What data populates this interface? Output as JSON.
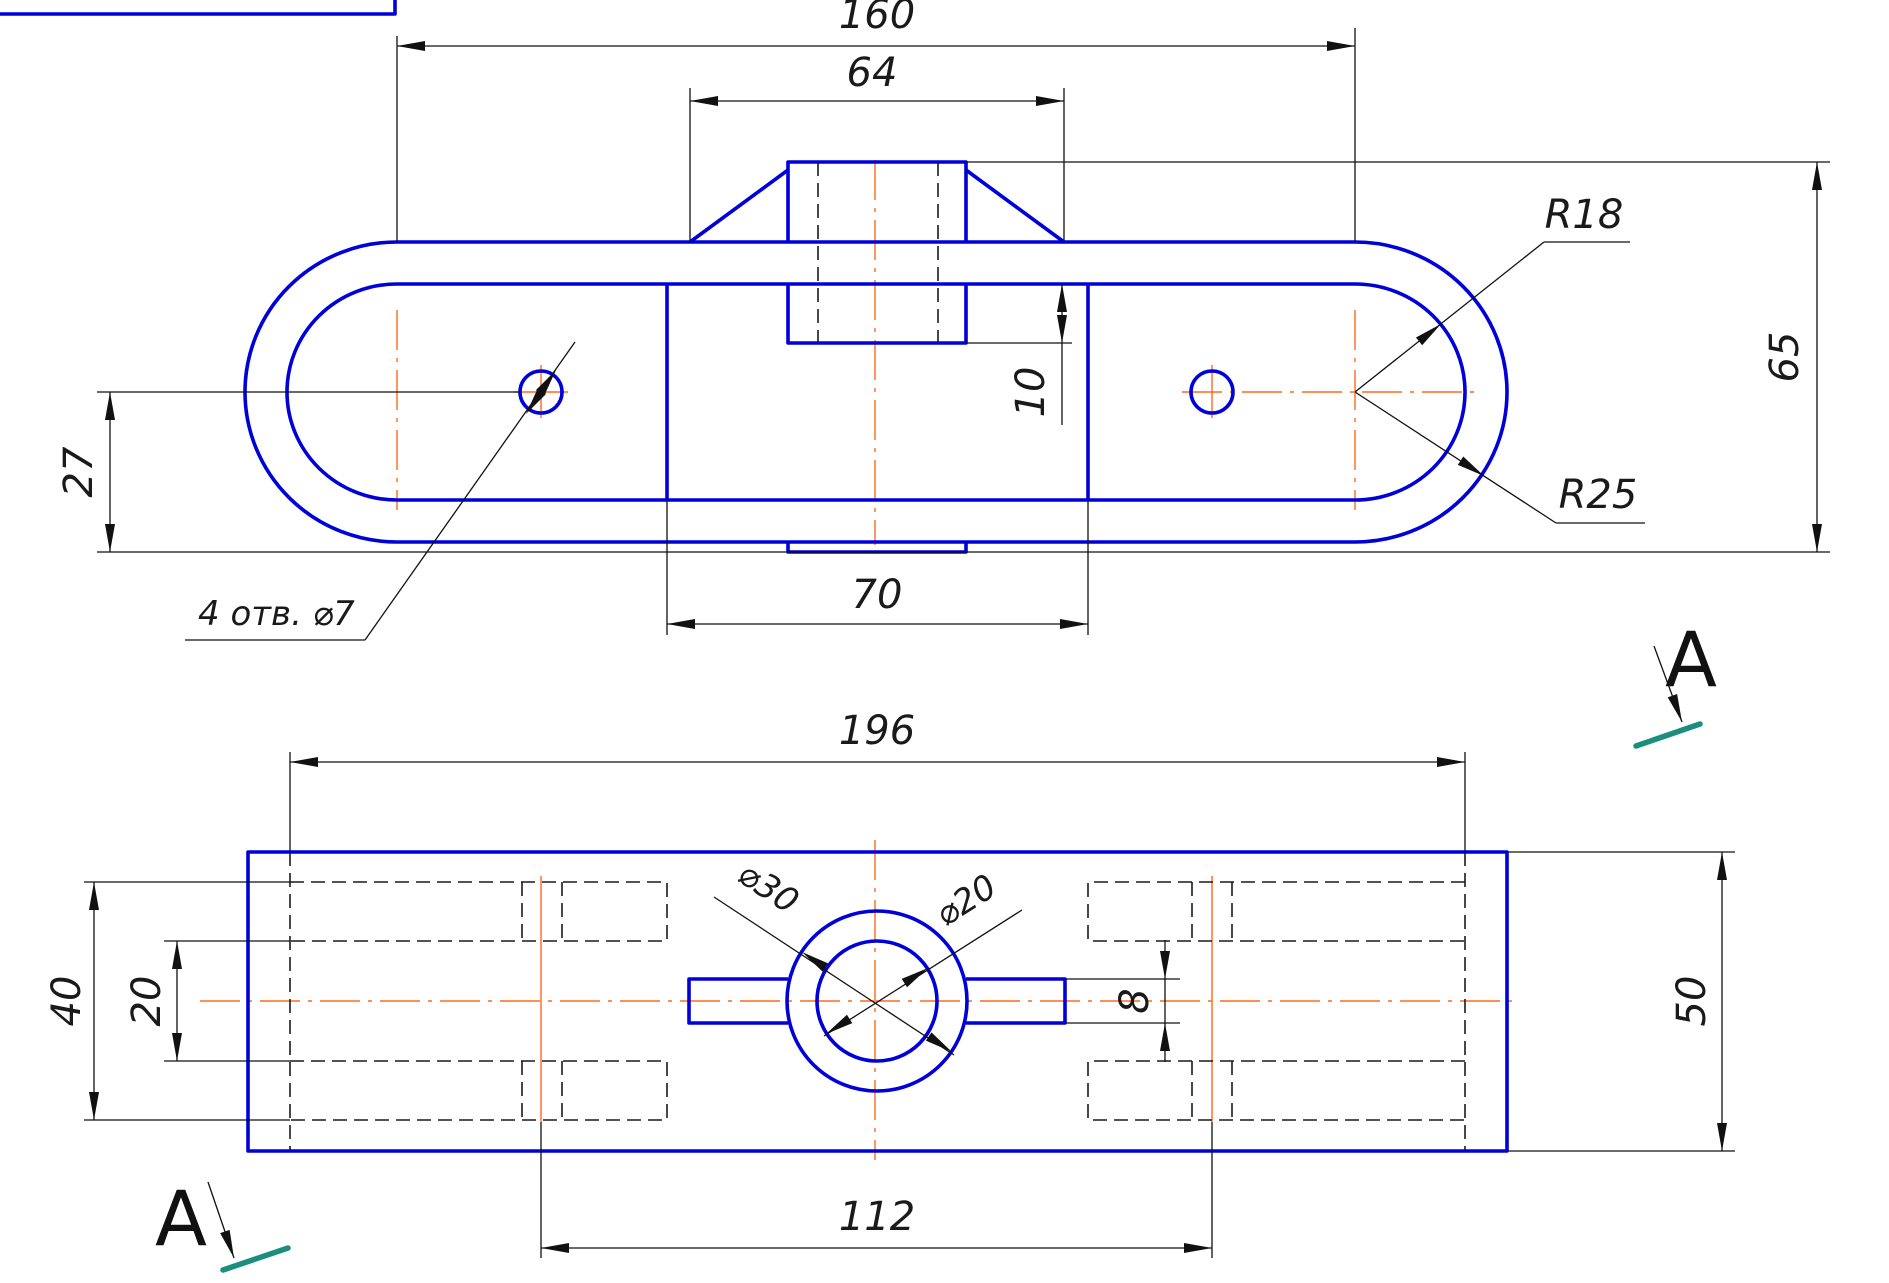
{
  "view_top": {
    "dimensions": {
      "overall_width": "160",
      "boss_width": "64",
      "radius_inner": "R18",
      "radius_outer": "R25",
      "height_total": "65",
      "slot_depth": "10",
      "hole_offset": "27",
      "center_width": "70"
    },
    "holes_note": "4 отв. ⌀7"
  },
  "view_bottom": {
    "dimensions": {
      "overall_length": "196",
      "rib_width": "40",
      "rib_gap": "20",
      "diameter_outer": "⌀30",
      "diameter_inner": "⌀20",
      "bar_height": "8",
      "height_total": "50",
      "hole_spacing": "112"
    }
  },
  "section": {
    "label_top": "A",
    "label_bottom": "A"
  },
  "colors": {
    "object_line": "#0000d8",
    "center_line": "#ff6a1a",
    "cut_mark": "#1a8f80",
    "dimension_line": "#111111"
  }
}
